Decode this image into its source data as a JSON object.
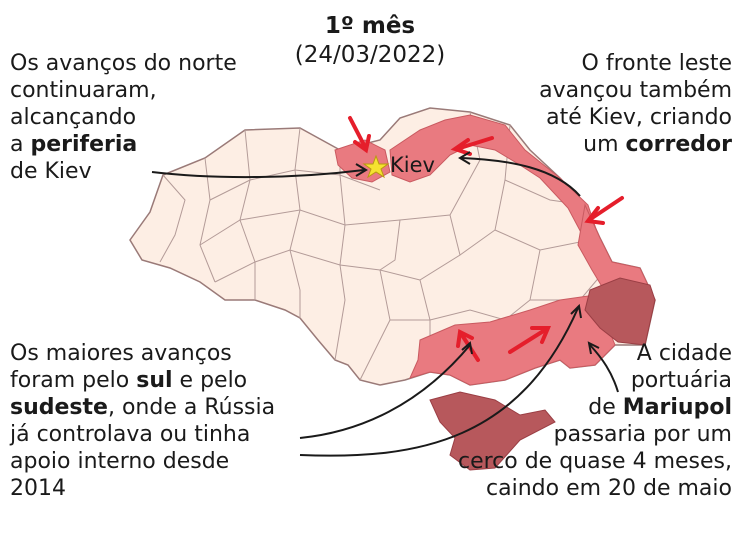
{
  "title": {
    "line1": "1º mês",
    "line2": "(24/03/2022)"
  },
  "city": {
    "label": "Kiev",
    "icon": "star-icon"
  },
  "colors": {
    "territory": "#fdeee4",
    "border": "#9a7a78",
    "advance": "#e97a80",
    "pre_2014": "#b7585c",
    "arrow": "#e51e2b",
    "text": "#1a1a1a"
  },
  "annotations": {
    "north": {
      "l1": "Os avanços do norte",
      "l2": "continuaram,",
      "l3": "alcançando",
      "l4a": "a ",
      "l4b": "periferia",
      "l5": "de Kiev"
    },
    "east": {
      "l1": "O fronte leste",
      "l2": "avançou também",
      "l3": "até Kiev, criando",
      "l4a": "um ",
      "l4b": "corredor"
    },
    "south": {
      "l1": "Os maiores avanços",
      "l2a": "foram pelo ",
      "l2b": "sul",
      "l2c": " e pelo",
      "l3a": "sudeste",
      "l3b": ", onde a Rússia",
      "l4": "já controlava ou tinha",
      "l5": "apoio interno desde",
      "l6": "2014"
    },
    "mariupol": {
      "l1": "A cidade",
      "l2": "portuária",
      "l3a": "de ",
      "l3b": "Mariupol",
      "l4": "passaria por um",
      "l5": "cerco de quase 4 meses,",
      "l6": "caindo em 20 de maio"
    }
  }
}
